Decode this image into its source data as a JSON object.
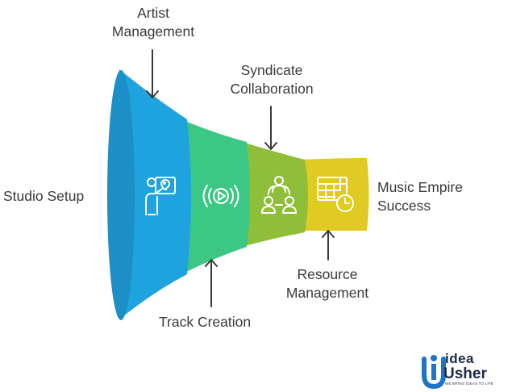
{
  "labels": {
    "artist_management": [
      "Artist",
      "Management"
    ],
    "syndicate_collaboration": [
      "Syndicate",
      "Collaboration"
    ],
    "studio_setup": "Studio Setup",
    "music_empire": [
      "Music Empire",
      "Success"
    ],
    "resource_management": [
      "Resource",
      "Management"
    ],
    "track_creation": "Track Creation"
  },
  "logo": {
    "word1": "idea",
    "word2": "Usher",
    "tagline": "WE BRING IDEAS TO LIFE"
  },
  "colors": {
    "stage1": "#1fa3de",
    "stage1_rim": "#1b8fc6",
    "stage2": "#3cc785",
    "stage3": "#8fbe3a",
    "stage4": "#e0cb22",
    "icon": "#ffffff",
    "arrow": "#3a3a3a",
    "logo_blue": "#1d74c9",
    "logo_dark": "#1c2a4a"
  },
  "icons": [
    "presenter-palette-icon",
    "play-broadcast-icon",
    "people-network-icon",
    "calendar-clock-icon"
  ]
}
